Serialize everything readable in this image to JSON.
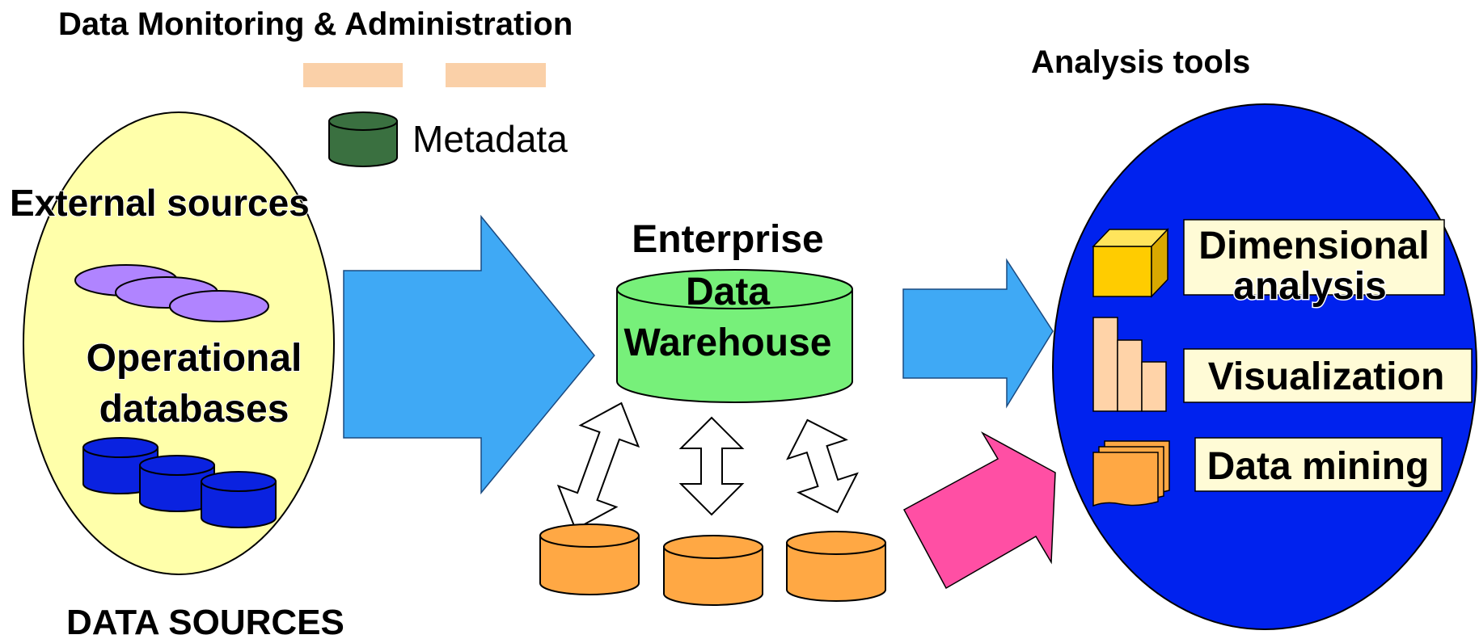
{
  "header": {
    "title": "Data Monitoring & Administration",
    "metadata_label": "Metadata"
  },
  "analysis": {
    "title": "Analysis tools",
    "items": [
      "Dimensional",
      "analysis",
      "Visualization",
      "Data mining"
    ]
  },
  "sources": {
    "external_label": "External sources",
    "operational_line1": "Operational",
    "operational_line2": "databases",
    "footer_label": "DATA SOURCES"
  },
  "warehouse": {
    "line1": "Enterprise",
    "line2": "Data",
    "line3": "Warehouse"
  },
  "colors": {
    "left_ellipse": "#ffffaa",
    "right_ellipse": "#0022ee",
    "big_arrow": "#3fa9f5",
    "pink_arrow": "#ff4fa4",
    "warehouse": "#77f07a",
    "operational_db_top": "#b084ff",
    "operational_db_blue": "#0a22e0",
    "data_mart": "#ffa844",
    "metadata_db": "#3a7040",
    "admin_bar": "#fad0a8"
  }
}
